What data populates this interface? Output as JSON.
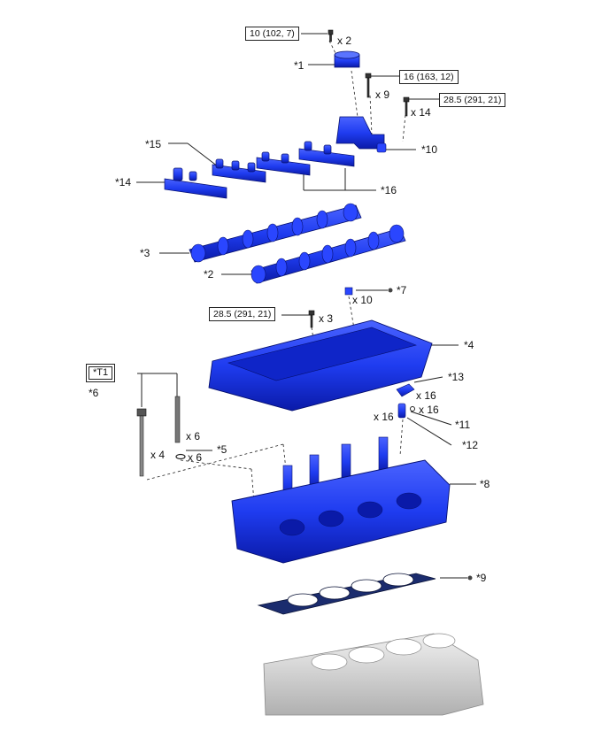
{
  "callouts": {
    "c1": "*1",
    "c2": "*2",
    "c3": "*3",
    "c4": "*4",
    "c5": "*5",
    "c6": "*6",
    "c7": "*7",
    "c8": "*8",
    "c9": "*9",
    "c10": "*10",
    "c11": "*11",
    "c12": "*12",
    "c13": "*13",
    "c14": "*14",
    "c15": "*15",
    "c16": "*16"
  },
  "special_tool": "*T1",
  "torque_specs": {
    "t1": "10 (102, 7)",
    "t2": "16 (163, 12)",
    "t3": "28.5 (291, 21)",
    "t4": "28.5 (291, 21)"
  },
  "quantities": {
    "q_x2": "x 2",
    "q_x9": "x 9",
    "q_x14": "x 14",
    "q_x10": "x 10",
    "q_x3": "x 3",
    "q_x16_a": "x 16",
    "q_x16_b": "x 16",
    "q_x16_c": "x 16",
    "q_x6_a": "x 6",
    "q_x6_b": "x 6",
    "q_x4": "x 4"
  },
  "colors": {
    "part_blue": "#1f3cf0",
    "part_dark": "#0a1aa8",
    "gasket": "#1b2c6e",
    "block_gray": "#c9c9c9"
  }
}
